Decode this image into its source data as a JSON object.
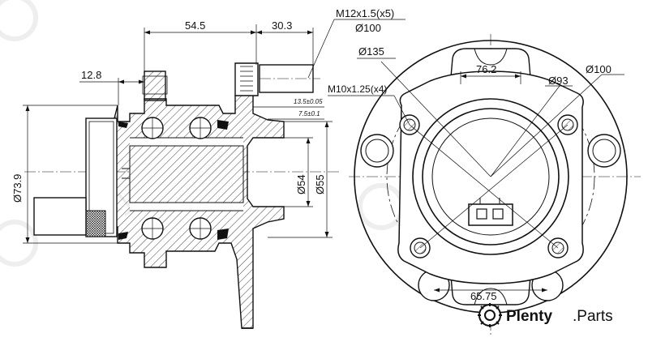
{
  "dims": {
    "d545": "54.5",
    "d303": "30.3",
    "d128": "12.8",
    "thread_bolt": "M12x1.5(x5)",
    "dia100_top": "Ø100",
    "dia135": "Ø135",
    "d762": "76.2",
    "dia100_right": "Ø100",
    "thread_m10": "M10x1.25(x4)",
    "dia93": "Ø93",
    "tol_135": "13.5±0.05",
    "tol_75": "7.5±0.1",
    "dia739": "Ø73.9",
    "dia54": "Ø54",
    "dia55": "Ø55",
    "d6575": "65.75"
  },
  "brand": {
    "name": "Plenty",
    "suffix": ".Parts"
  },
  "watermark": {
    "text": "Plenty.Parts"
  }
}
